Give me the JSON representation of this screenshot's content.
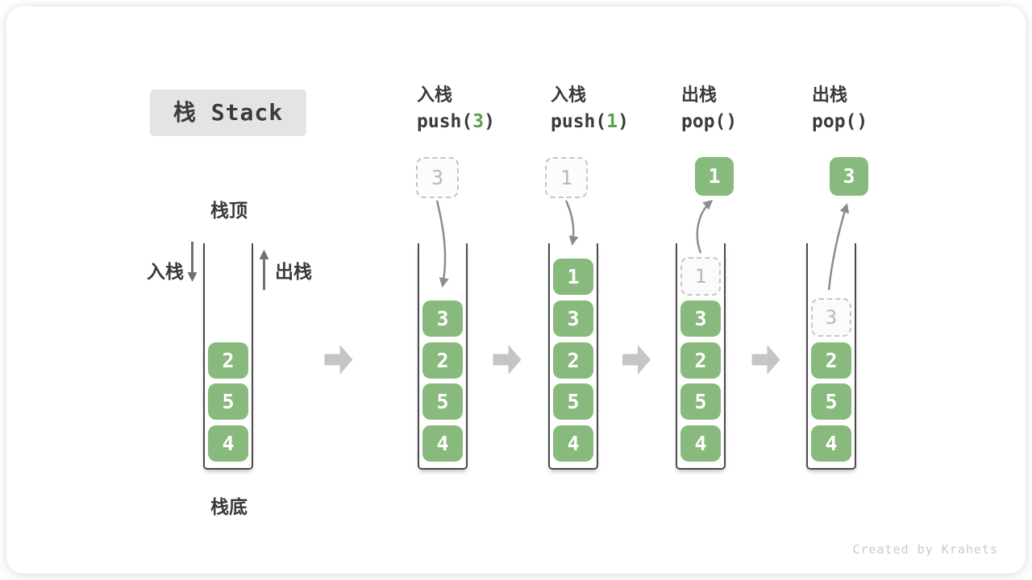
{
  "title": {
    "label": "栈 Stack"
  },
  "legend": {
    "top": "栈顶",
    "bottom": "栈底",
    "push_side": "入栈",
    "pop_side": "出栈"
  },
  "operations": [
    {
      "label": "入栈",
      "code_pre": "push(",
      "code_arg": "3",
      "code_post": ")"
    },
    {
      "label": "入栈",
      "code_pre": "push(",
      "code_arg": "1",
      "code_post": ")"
    },
    {
      "label": "出栈",
      "code_pre": "pop(",
      "code_arg": "",
      "code_post": ")"
    },
    {
      "label": "出栈",
      "code_pre": "pop(",
      "code_arg": "",
      "code_post": ")"
    }
  ],
  "stacks": [
    {
      "elements": [
        "2",
        "5",
        "4"
      ]
    },
    {
      "incoming": "3",
      "elements": [
        "3",
        "2",
        "5",
        "4"
      ]
    },
    {
      "incoming": "1",
      "elements": [
        "1",
        "3",
        "2",
        "5",
        "4"
      ]
    },
    {
      "popped": "1",
      "ghost": "1",
      "elements": [
        "3",
        "2",
        "5",
        "4"
      ]
    },
    {
      "popped": "3",
      "ghost": "3",
      "elements": [
        "2",
        "5",
        "4"
      ]
    }
  ],
  "watermark": "Created by Krahets",
  "colors": {
    "element_green": "#87ba7c",
    "code_arg_green": "#5ba04e",
    "curved_arrow_gray": "#8c8c8c",
    "side_arrow_gray": "#707070",
    "block_arrow_gray": "#c5c5c5",
    "dashed_border_gray": "#c4c4c4",
    "wall_dark": "#4a4a4a",
    "title_bg": "#e4e4e4",
    "text_dark": "#3a3a3a",
    "watermark_gray": "#cbcbcb"
  }
}
